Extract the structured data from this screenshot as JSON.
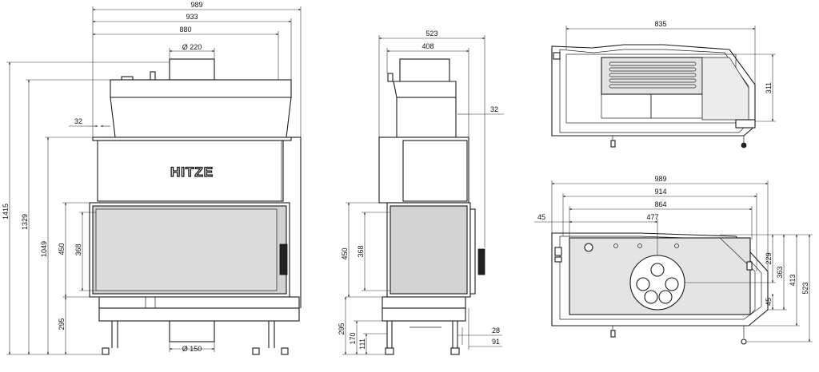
{
  "brand": "HITZE",
  "front_view": {
    "width_outer": "989",
    "width_mid": "933",
    "width_inner": "880",
    "flue_diameter": "Ø 220",
    "air_inlet_diameter": "Ø 150",
    "height_total": "1415",
    "height_body": "1329",
    "height_frame": "1049",
    "door_height_outer": "450",
    "door_height_inner": "368",
    "base_height": "295",
    "side_offset": "32"
  },
  "side_view": {
    "depth_total": "523",
    "depth_flue": "408",
    "top_offset": "32",
    "door_height_outer": "450",
    "door_height_inner": "368",
    "base_height": "295",
    "leg_height_a": "170",
    "leg_height_b": "111",
    "foot_offset_a": "28",
    "foot_offset_b": "91"
  },
  "top_view": {
    "width": "835",
    "depth": "311"
  },
  "bottom_plan": {
    "width_outer": "989",
    "width_mid": "914",
    "width_inner": "864",
    "center_offset": "477",
    "left_offset": "45",
    "depth_a": "229",
    "depth_b": "363",
    "depth_c": "413",
    "depth_total": "523",
    "small_offset": "45"
  }
}
